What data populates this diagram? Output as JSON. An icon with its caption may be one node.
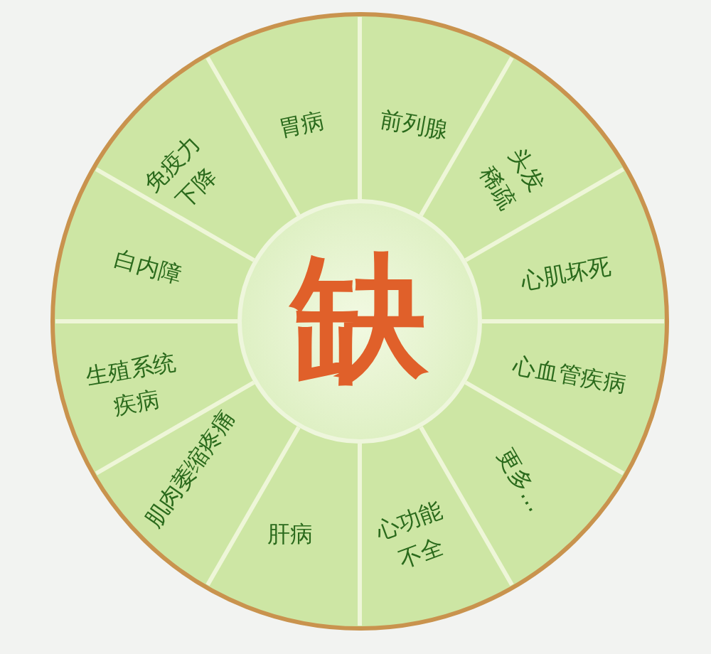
{
  "diagram": {
    "nodes": [
      {
        "text": [
          "缺"
        ]
      },
      {
        "text": [
          "胃病"
        ]
      },
      {
        "text": [
          "前列腺"
        ]
      },
      {
        "text": [
          "头发稀疏"
        ]
      },
      {
        "text": [
          "心肌坏死"
        ]
      },
      {
        "text": [
          "心血管疾病"
        ]
      },
      {
        "text": [
          "更多…"
        ]
      },
      {
        "text": [
          "心功能不全"
        ]
      },
      {
        "text": [
          "肝病"
        ]
      },
      {
        "text": [
          "肌肉萎缩疼痛"
        ]
      },
      {
        "text": [
          "生殖系统疾病"
        ]
      },
      {
        "text": [
          "白内障"
        ]
      },
      {
        "text": [
          "免疫力下降"
        ]
      }
    ]
  }
}
